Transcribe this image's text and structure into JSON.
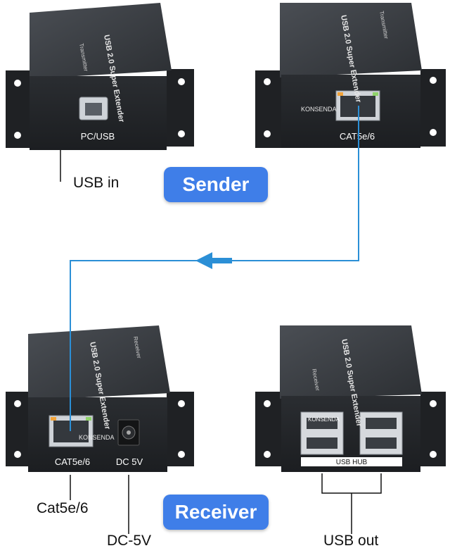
{
  "badges": {
    "sender": "Sender",
    "receiver": "Receiver"
  },
  "callouts": {
    "usb_in": "USB in",
    "cat_bottom": "Cat5e/6",
    "dc_bottom": "DC-5V",
    "usb_out": "USB out"
  },
  "devices": {
    "sender_usb": {
      "top_label": "USB 2.0 Super Extender",
      "side_label": "Transmitter",
      "port_label": "PC/USB"
    },
    "sender_rj45": {
      "top_label": "USB 2.0 Super Extender",
      "side_label": "Transmitter",
      "brand": "KONSENDA",
      "port_label": "CAT5e/6"
    },
    "receiver_rj45": {
      "top_label": "USB 2.0 Super Extender",
      "side_label": "Receiver",
      "brand": "KONSENDA",
      "port_label_rj45": "CAT5e/6",
      "port_label_dc": "DC 5V"
    },
    "receiver_hub": {
      "top_label": "USB 2.0 Super Extender",
      "side_label": "Receiver",
      "brand": "KONSENDA",
      "hub_label": "USB HUB"
    }
  },
  "colors": {
    "cable": "#2b8fd6",
    "badge": "#3f7ee8",
    "device_body": "#2f3236",
    "device_top": "#3a3d42",
    "bracket": "#1f2124"
  }
}
